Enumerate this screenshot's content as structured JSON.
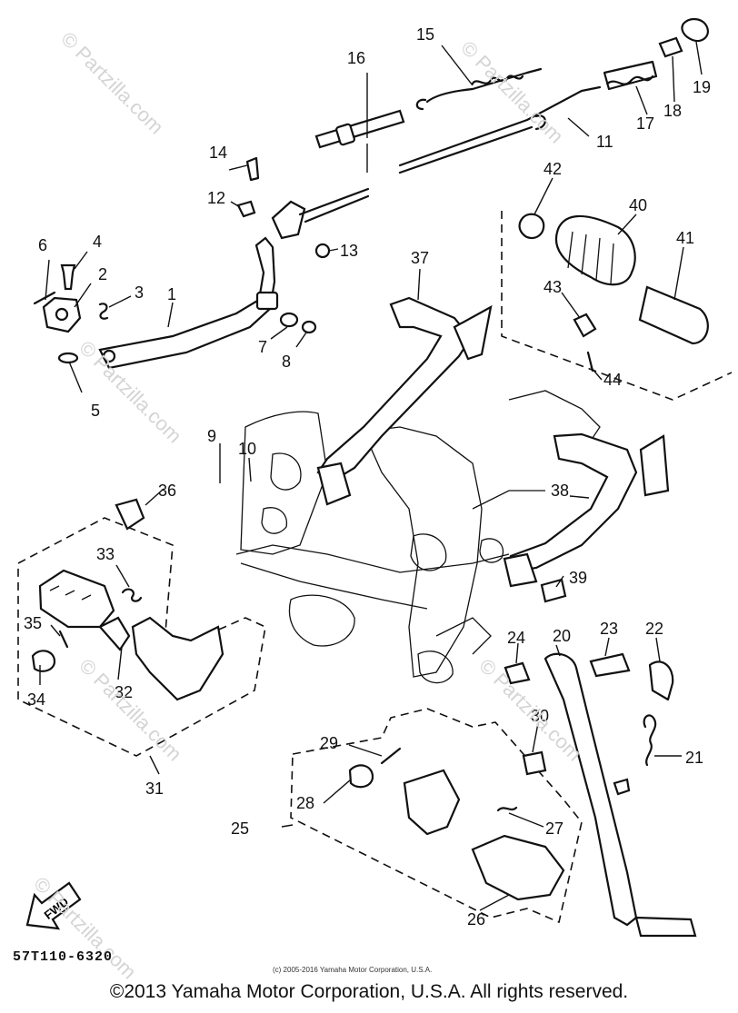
{
  "callouts": [
    {
      "id": "c1",
      "label": "1"
    },
    {
      "id": "c2",
      "label": "2"
    },
    {
      "id": "c3",
      "label": "3"
    },
    {
      "id": "c4",
      "label": "4"
    },
    {
      "id": "c5",
      "label": "5"
    },
    {
      "id": "c6",
      "label": "6"
    },
    {
      "id": "c7",
      "label": "7"
    },
    {
      "id": "c8",
      "label": "8"
    },
    {
      "id": "c9",
      "label": "9"
    },
    {
      "id": "c10",
      "label": "10"
    },
    {
      "id": "c11",
      "label": "11"
    },
    {
      "id": "c12",
      "label": "12"
    },
    {
      "id": "c13",
      "label": "13"
    },
    {
      "id": "c14",
      "label": "14"
    },
    {
      "id": "c15",
      "label": "15"
    },
    {
      "id": "c16",
      "label": "16"
    },
    {
      "id": "c17",
      "label": "17"
    },
    {
      "id": "c18",
      "label": "18"
    },
    {
      "id": "c19",
      "label": "19"
    },
    {
      "id": "c20",
      "label": "20"
    },
    {
      "id": "c21",
      "label": "21"
    },
    {
      "id": "c22",
      "label": "22"
    },
    {
      "id": "c23",
      "label": "23"
    },
    {
      "id": "c24",
      "label": "24"
    },
    {
      "id": "c25",
      "label": "25"
    },
    {
      "id": "c26",
      "label": "26"
    },
    {
      "id": "c27",
      "label": "27"
    },
    {
      "id": "c28",
      "label": "28"
    },
    {
      "id": "c29",
      "label": "29"
    },
    {
      "id": "c30",
      "label": "30"
    },
    {
      "id": "c31",
      "label": "31"
    },
    {
      "id": "c32",
      "label": "32"
    },
    {
      "id": "c33",
      "label": "33"
    },
    {
      "id": "c34",
      "label": "34"
    },
    {
      "id": "c35",
      "label": "35"
    },
    {
      "id": "c36",
      "label": "36"
    },
    {
      "id": "c37",
      "label": "37"
    },
    {
      "id": "c38",
      "label": "38"
    },
    {
      "id": "c39",
      "label": "39"
    },
    {
      "id": "c40",
      "label": "40"
    },
    {
      "id": "c41",
      "label": "41"
    },
    {
      "id": "c42",
      "label": "42"
    },
    {
      "id": "c43",
      "label": "43"
    },
    {
      "id": "c44",
      "label": "44"
    }
  ],
  "fwd_label": "FWD",
  "diagram_code": "57T110-6320",
  "small_copyright": "(c) 2005-2016 Yamaha Motor Corporation, U.S.A.",
  "footer_copyright": "©2013 Yamaha Motor Corporation, U.S.A. All rights reserved.",
  "watermark": "© Partzilla.com",
  "colors": {
    "ink": "#111111",
    "background": "#ffffff",
    "watermark": "#d4d4d4"
  }
}
